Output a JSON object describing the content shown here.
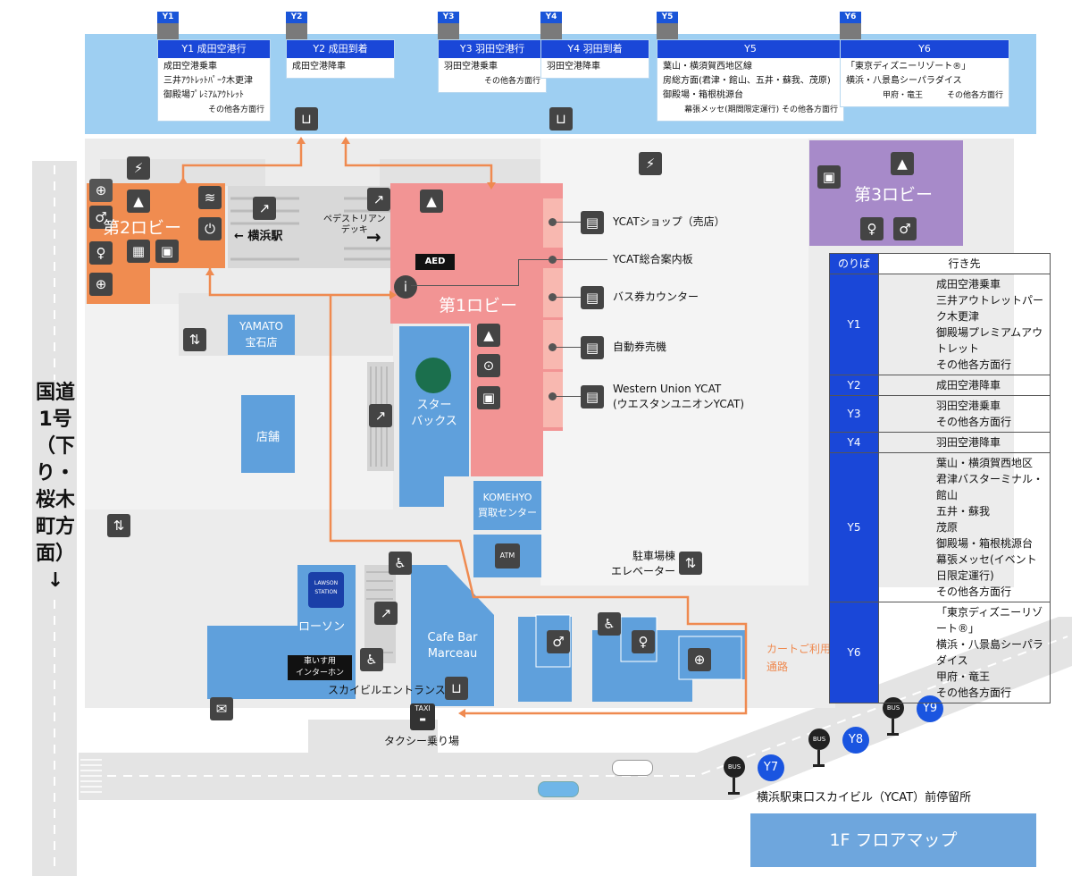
{
  "colors": {
    "bus_band": "#9ecff2",
    "lobby1": "#f29494",
    "lobby2": "#f08c50",
    "lobby3": "#a78ac9",
    "shop_blue": "#5fa0dc",
    "route": "#ef8a50",
    "navy": "#1a47d8",
    "grey_area": "#e4e4e4"
  },
  "road_label": "国道1号（下り・桜木町方面）↓",
  "bays": [
    {
      "tag": "Y1",
      "header": "Y1 成田空港行",
      "lines": [
        "成田空港乗車",
        "三井ｱｳﾄﾚｯﾄﾊﾟｰｸ木更津",
        "御殿場ﾌﾟﾚﾐｱﾑｱｳﾄﾚｯﾄ"
      ],
      "note": "その他各方面行"
    },
    {
      "tag": "Y2",
      "header": "Y2 成田到着",
      "lines": [
        "成田空港降車"
      ],
      "note": ""
    },
    {
      "tag": "Y3",
      "header": "Y3 羽田空港行",
      "lines": [
        "羽田空港乗車"
      ],
      "note": "その他各方面行"
    },
    {
      "tag": "Y4",
      "header": "Y4 羽田到着",
      "lines": [
        "羽田空港降車"
      ],
      "note": ""
    },
    {
      "tag": "Y5",
      "header": "Y5",
      "lines": [
        "葉山・横須賀西地区線",
        "房総方面(君津・館山、五井・蘇我、茂原)",
        "御殿場・箱根桃源台"
      ],
      "note": "幕張メッセ(期間限定運行) その他各方面行"
    },
    {
      "tag": "Y6",
      "header": "Y6",
      "lines": [
        "「東京ディズニーリゾート®」",
        "横浜・八景島シーパラダイス"
      ],
      "note": "甲府・竜王　　　その他各方面行"
    }
  ],
  "areas": {
    "lobby1": "第1ロビー",
    "lobby2": "第2ロビー",
    "lobby3": "第3ロビー",
    "yamato": "YAMATO\n宝石店",
    "tenpo": "店舗",
    "starbucks": "スター\nバックス",
    "komehyo": "KOMEHYO\n買取センター",
    "lawson": "ローソン",
    "cafe": "Cafe Bar\nMarceau"
  },
  "labels": {
    "yokohama": "横浜駅",
    "deck": "ペデストリアン\nデッキ",
    "aed": "AED",
    "wheel_intercom": "車いす用\nインターホン",
    "skybuil": "スカイビルエントランス",
    "taxi": "タクシー乗り場",
    "taxi_icon": "TAXI",
    "cart": "カートご利用の\n通路",
    "parking": "駐車場棟\nエレベーター",
    "bus_stop": "横浜駅東口スカイビル（YCAT）前停留所",
    "lawson_logo": "LAWSON\nSTATION",
    "atm": "ATM"
  },
  "facilities": [
    {
      "label": "YCATショップ（売店）"
    },
    {
      "label": "YCAT総合案内板"
    },
    {
      "label": "バス券カウンター"
    },
    {
      "label": "自動券売機"
    },
    {
      "label": "Western Union YCAT\n(ウエスタンユニオンYCAT)"
    }
  ],
  "stops": [
    "Y7",
    "Y8",
    "Y9"
  ],
  "bus_sign": "BUS",
  "floor_title": "1F フロアマップ",
  "legend": {
    "headers": [
      "のりば",
      "行き先"
    ],
    "rows": [
      {
        "code": "Y1",
        "dest": [
          "成田空港乗車",
          "三井アウトレットパーク木更津",
          "御殿場プレミアムアウトレット",
          "その他各方面行"
        ]
      },
      {
        "code": "Y2",
        "dest": [
          "成田空港降車"
        ]
      },
      {
        "code": "Y3",
        "dest": [
          "羽田空港乗車",
          "その他各方面行"
        ]
      },
      {
        "code": "Y4",
        "dest": [
          "羽田空港降車"
        ]
      },
      {
        "code": "Y5",
        "dest": [
          "葉山・横須賀西地区",
          "君津バスターミナル・館山",
          "五井・蘇我",
          "茂原",
          "御殿場・箱根桃源台",
          "幕張メッセ(イベント日限定運行)",
          "その他各方面行"
        ]
      },
      {
        "code": "Y6",
        "dest": [
          "「東京ディズニーリゾート®」",
          "横浜・八景島シーパラダイス",
          "甲府・竜王",
          "その他各方面行"
        ]
      }
    ]
  }
}
